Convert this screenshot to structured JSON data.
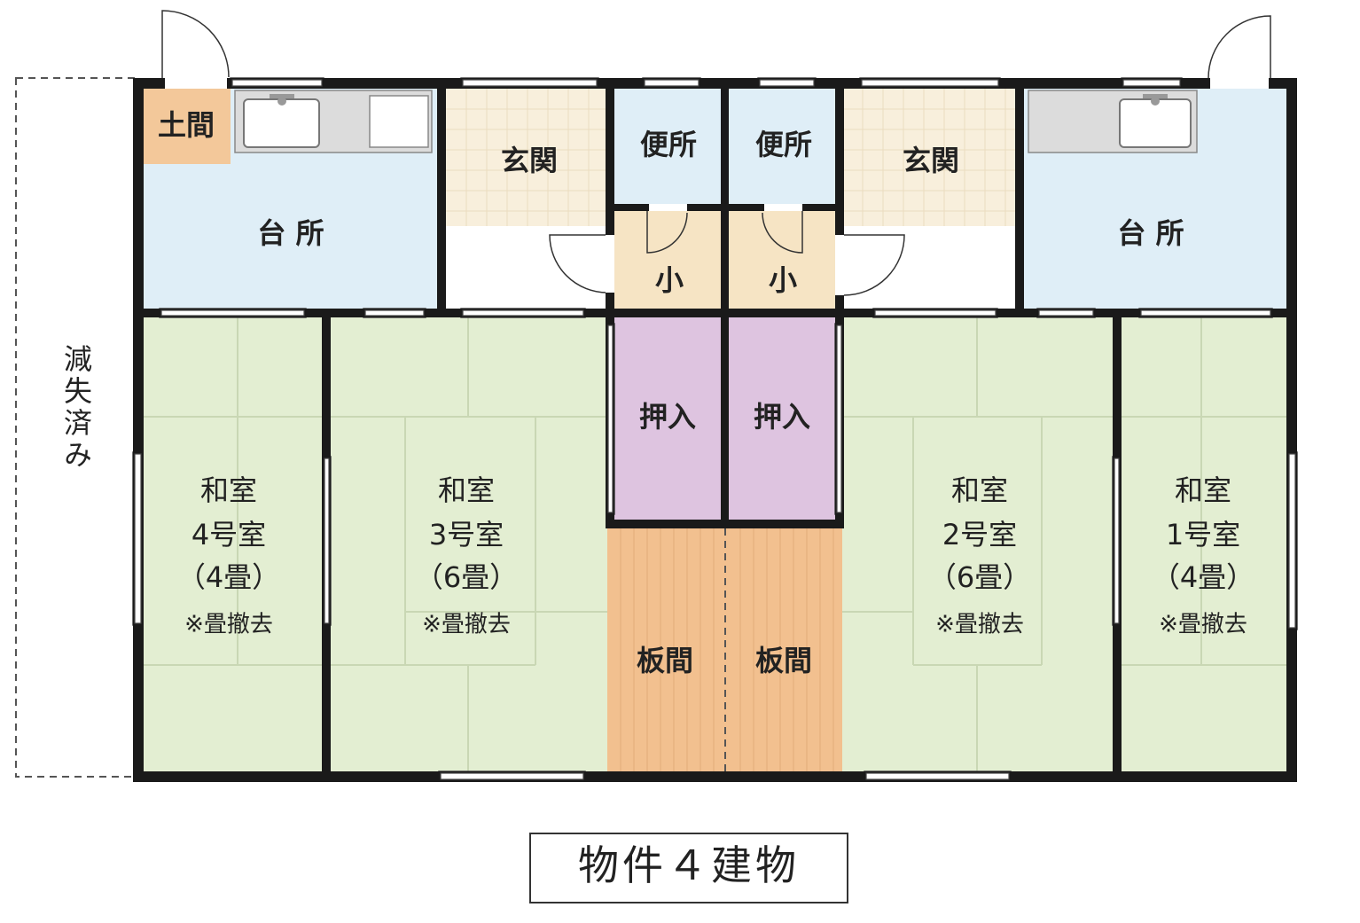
{
  "colors": {
    "wall": "#1a1a1a",
    "doma": "#f3c89a",
    "kitchen": "#dfeef7",
    "genkan": "#f8efdc",
    "toilet": "#dfeef7",
    "small": "#f6e4c4",
    "oshiire": "#dec4e0",
    "itama": "#f2c08f",
    "washitsu": "#e3eed2",
    "tatami_line": "#c9d7b4"
  },
  "labels": {
    "doma": "土間",
    "kitchen_left": "台 所",
    "kitchen_right": "台 所",
    "genkan_left": "玄関",
    "genkan_right": "玄関",
    "toilet_left": "便所",
    "toilet_right": "便所",
    "small_left": "小",
    "small_right": "小",
    "oshiire_left": "押入",
    "oshiire_right": "押入",
    "itama_left": "板間",
    "itama_right": "板間",
    "demolished": "減失済み"
  },
  "rooms": [
    {
      "name": "和室",
      "number": "4号室",
      "size": "（4畳）",
      "note": "※畳撤去"
    },
    {
      "name": "和室",
      "number": "3号室",
      "size": "（6畳）",
      "note": "※畳撤去"
    },
    {
      "name": "和室",
      "number": "2号室",
      "size": "（6畳）",
      "note": "※畳撤去"
    },
    {
      "name": "和室",
      "number": "1号室",
      "size": "（4畳）",
      "note": "※畳撤去"
    }
  ],
  "caption": "物件４建物"
}
